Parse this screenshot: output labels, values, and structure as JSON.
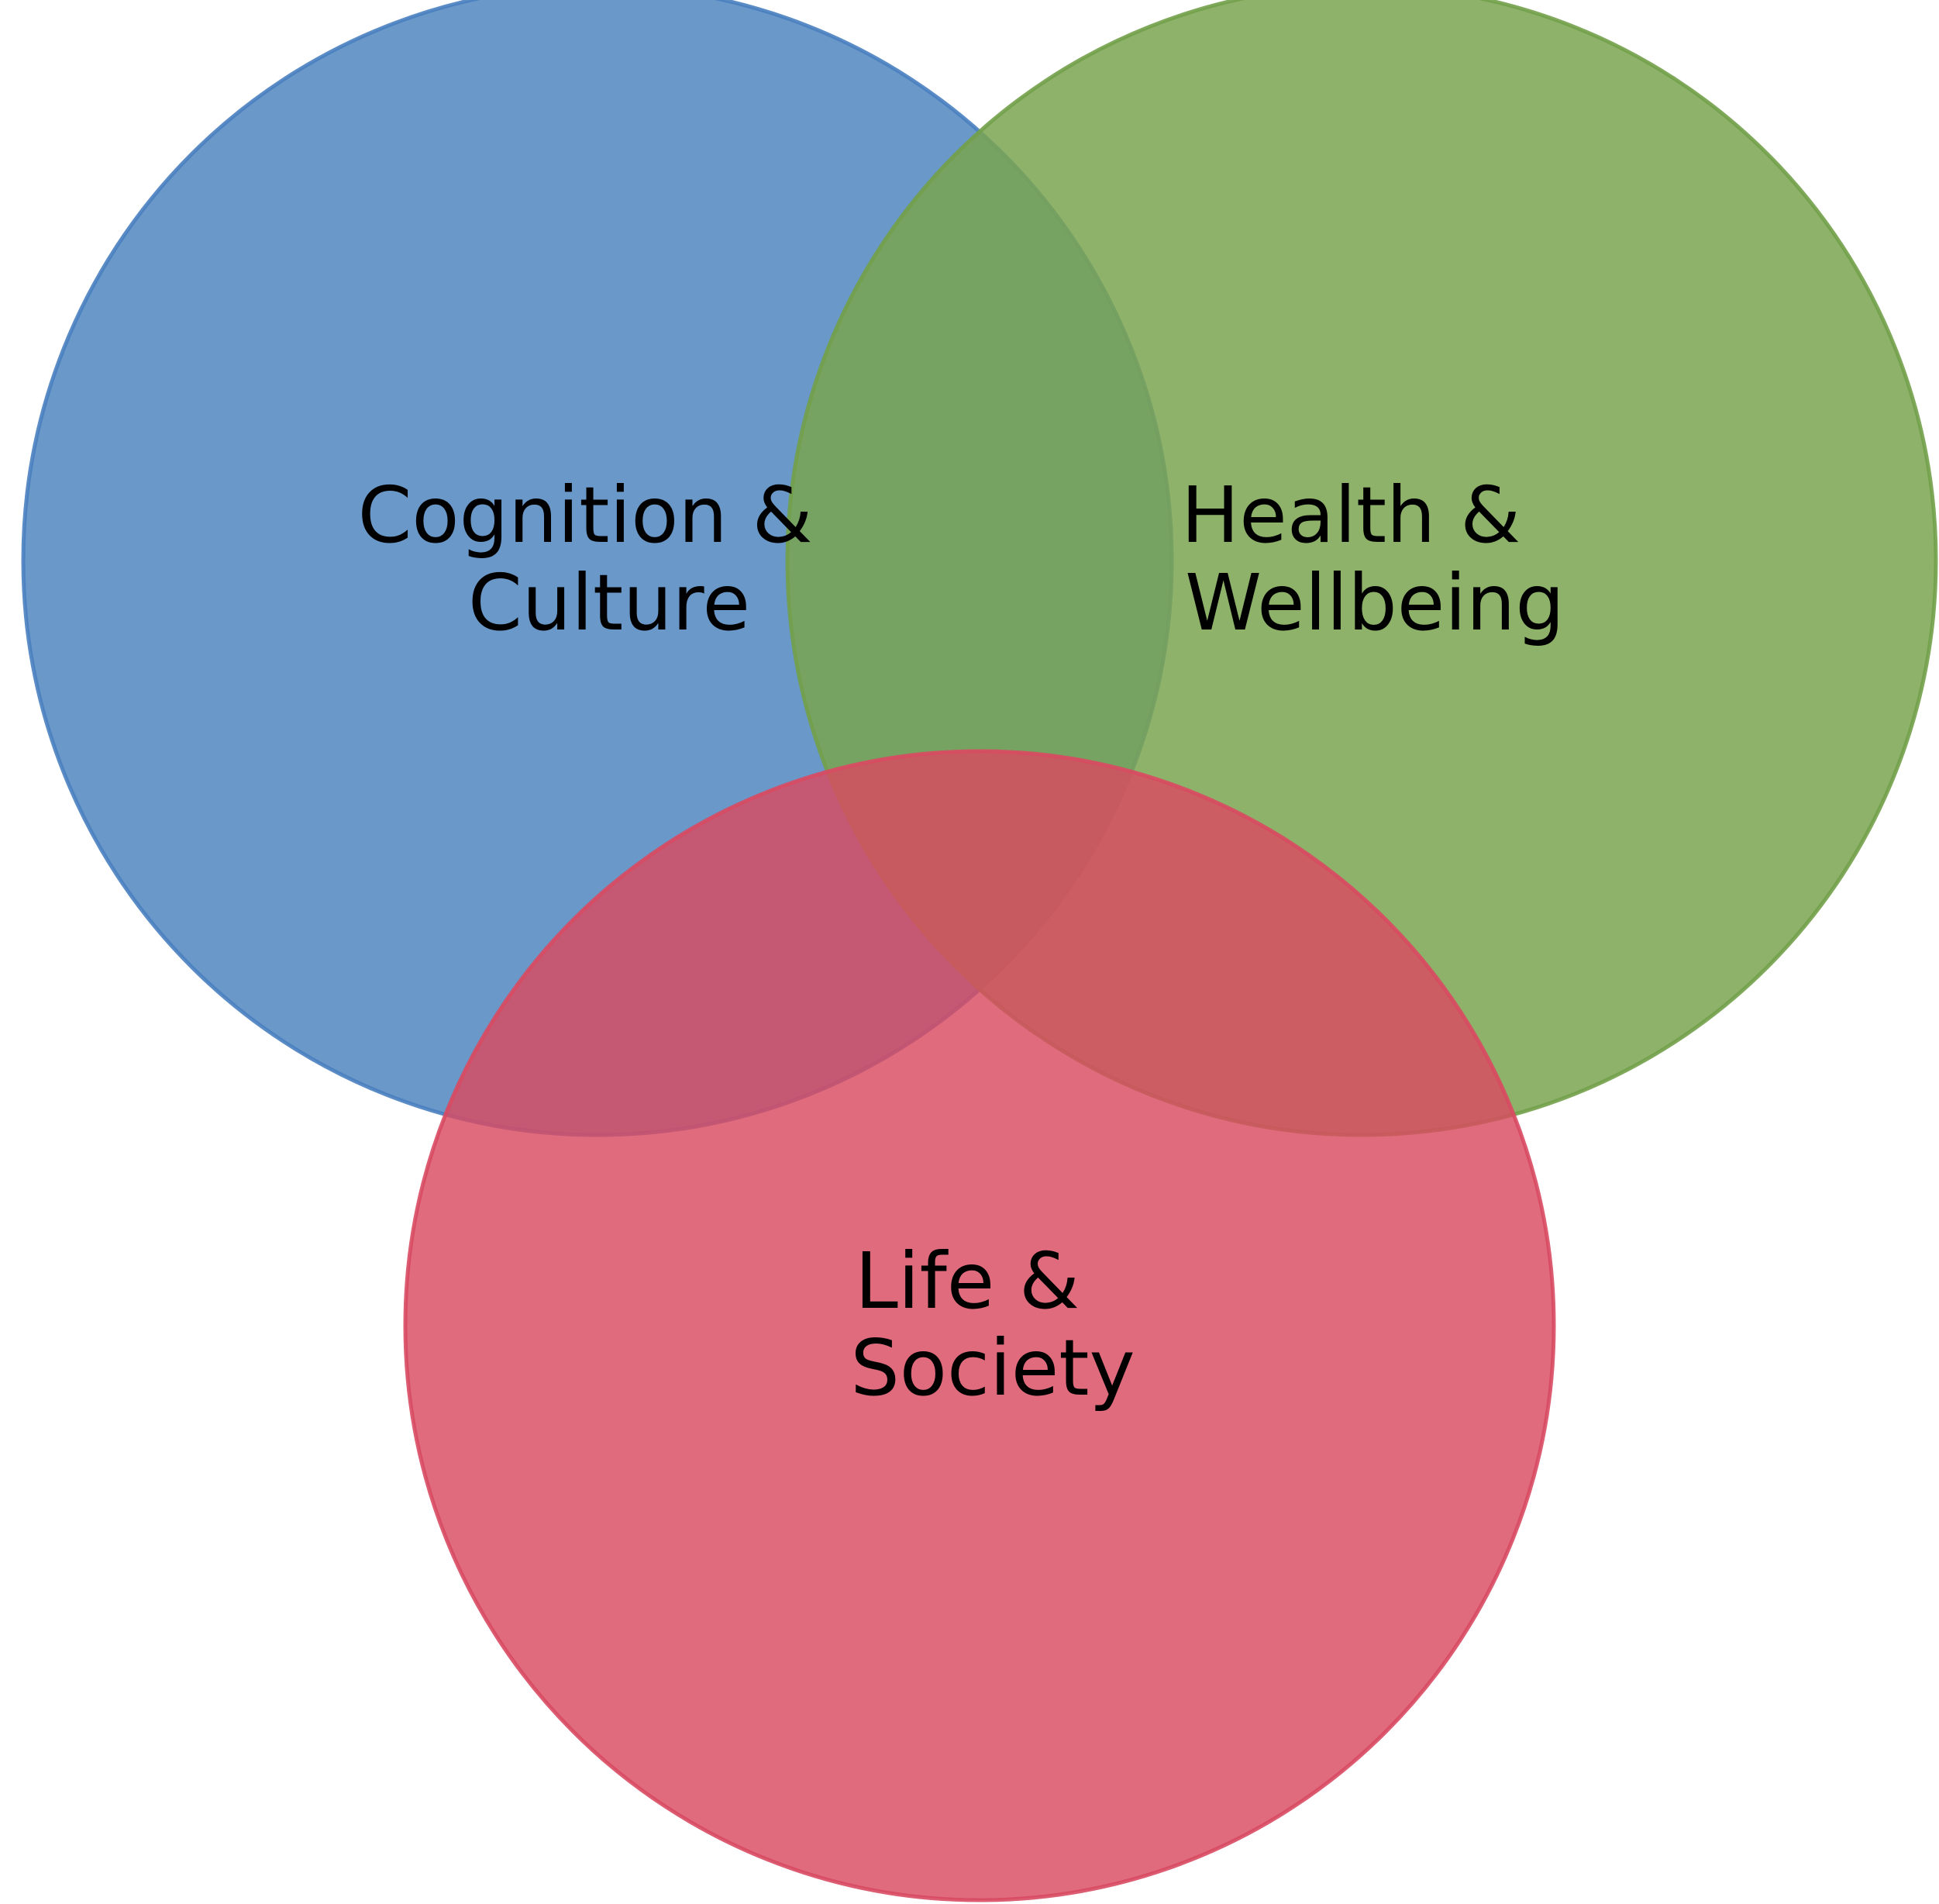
{
  "diagram": {
    "type": "venn",
    "sets": [
      {
        "id": "cognition",
        "label_line1": "Cognition &",
        "label_line2": "Culture",
        "fill": "#4f86c0",
        "stroke": "#4a7fc0",
        "opacity": 0.85
      },
      {
        "id": "health",
        "label_line1": "Health &",
        "label_line2": "Wellbeing",
        "fill": "#7aa550",
        "stroke": "#72a04a",
        "opacity": 0.85
      },
      {
        "id": "life",
        "label_line1": "Life &",
        "label_line2": "Society",
        "fill": "#d94b60",
        "stroke": "#d84a62",
        "opacity": 0.82
      }
    ]
  }
}
